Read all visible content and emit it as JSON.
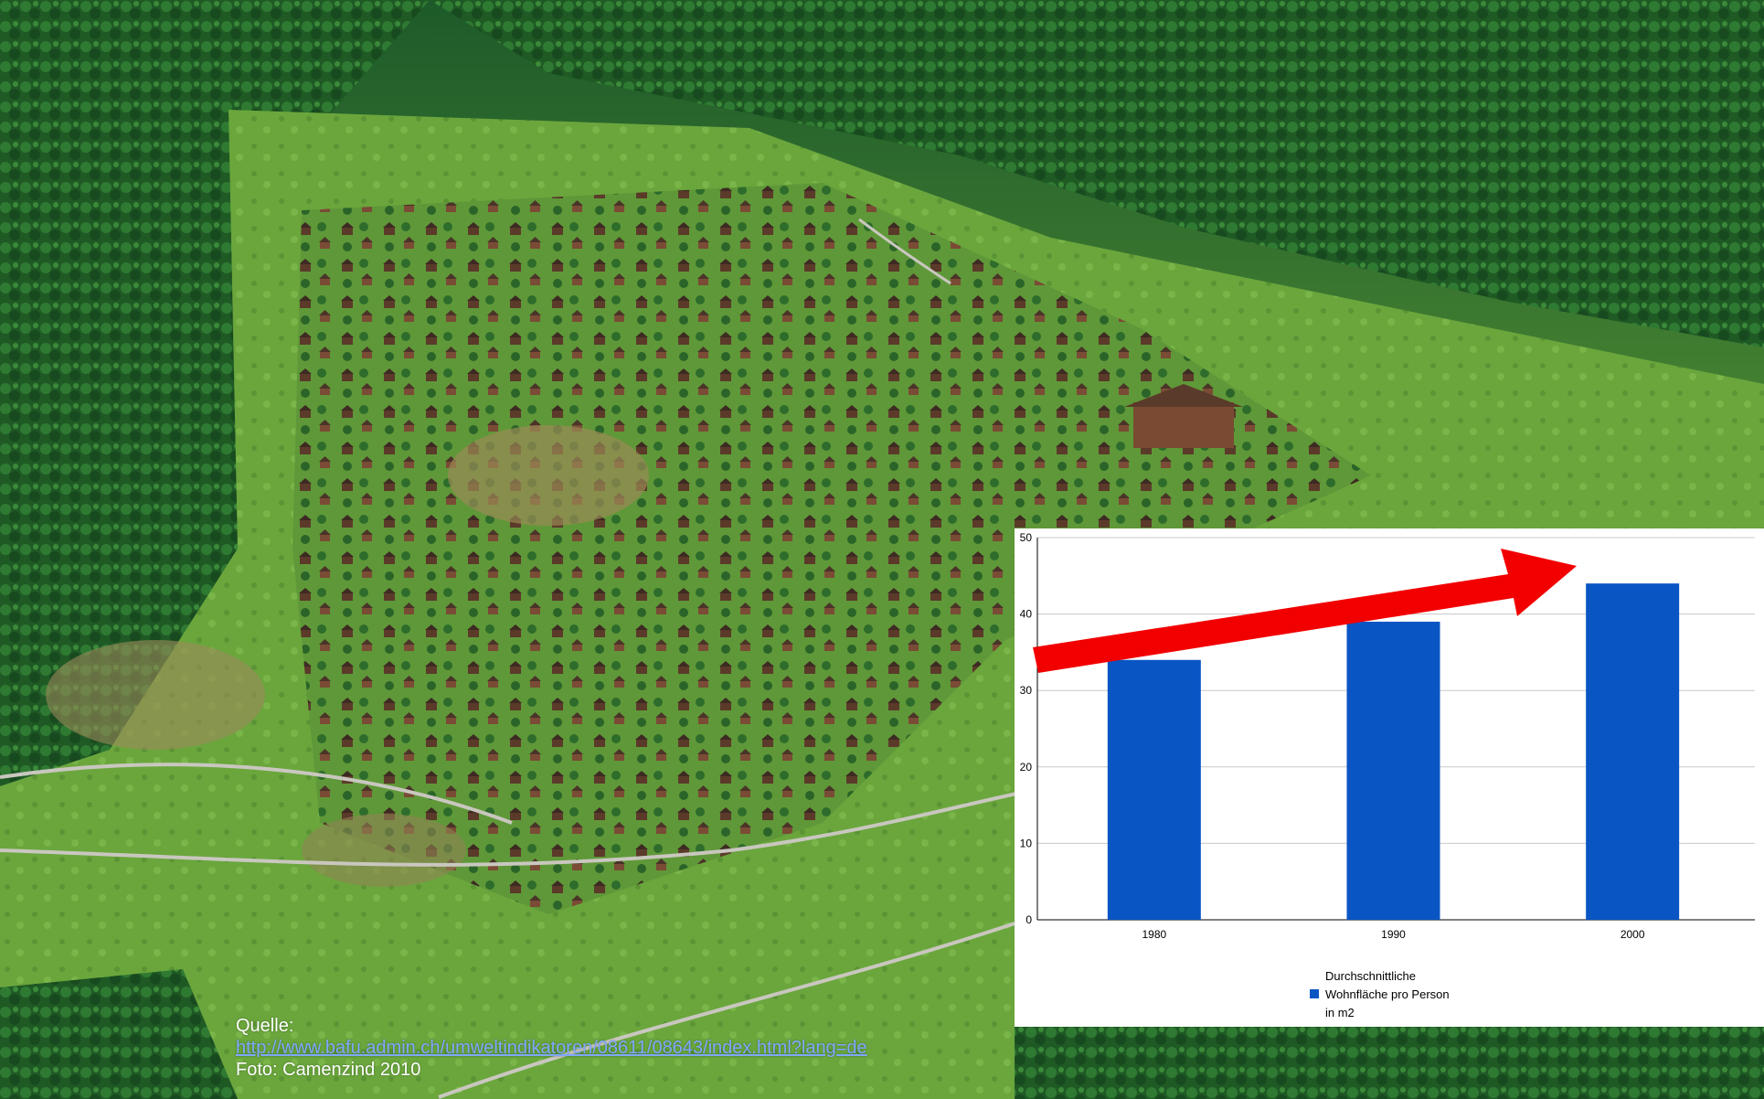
{
  "photo": {
    "description_icon": "alpine-valley-village-photo"
  },
  "source": {
    "label": "Quelle:",
    "url": "http://www.bafu.admin.ch/umweltindikatoren/08611/08643/index.html?lang=de",
    "credit": "Foto: Camenzind 2010"
  },
  "chart_data": {
    "type": "bar",
    "categories": [
      "1980",
      "1990",
      "2000"
    ],
    "series": [
      {
        "name": "Durchschnittliche Wohnfläche pro Person in m2",
        "values": [
          34,
          39,
          44
        ]
      }
    ],
    "ylim": [
      0,
      50
    ],
    "yticks": [
      "0",
      "10",
      "20",
      "30",
      "40",
      "50"
    ],
    "grid": true,
    "legend_placement": "bottom",
    "legend": {
      "line1": "Durchschnittliche",
      "line2": "Wohnfläche pro Person",
      "line3": "in m2"
    },
    "colors": {
      "bar": "#0a55c4",
      "arrow": "#f20000",
      "grid": "#c8c8c8"
    },
    "annotation_icon": "trend-arrow-icon"
  }
}
